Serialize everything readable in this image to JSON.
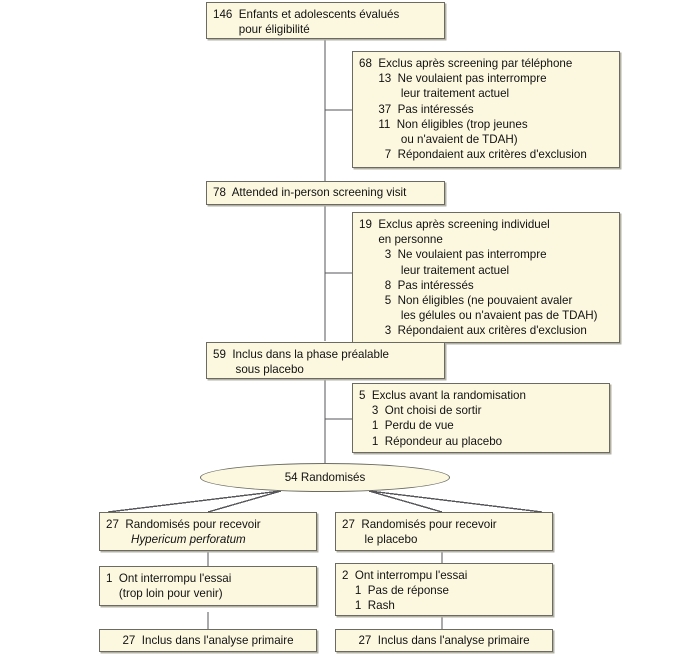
{
  "diagram": {
    "title": "CONSORT participant flow diagram",
    "colors": {
      "box_fill": "#fcf8e0",
      "box_border": "#6b6b63",
      "connector": "#55555a",
      "shadow": "#b3b1a4",
      "page_background": "#ffffff"
    },
    "nodes": {
      "assessed": {
        "lines": [
          "146  Enfants et adolescents évalués",
          "        pour éligibilité"
        ]
      },
      "excluded_phone": {
        "lines": [
          "68  Exclus après screening par téléphone",
          "      13  Ne voulaient pas interrompre",
          "             leur traitement actuel",
          "      37  Pas intéressés",
          "      11  Non éligibles (trop jeunes",
          "             ou n'avaient de TDAH)",
          "        7  Répondaient aux critères d'exclusion"
        ]
      },
      "attended_visit": {
        "lines": [
          "78  Attended in-person screening visit"
        ]
      },
      "excluded_inperson": {
        "lines": [
          "19  Exclus après screening individuel",
          "      en personne",
          "        3  Ne voulaient pas interrompre",
          "             leur traitement actuel",
          "        8  Pas intéressés",
          "        5  Non éligibles (ne pouvaient avaler",
          "             les gélules ou n'avaient pas de TDAH)",
          "        3  Répondaient aux critères d'exclusion"
        ]
      },
      "placebo_runin": {
        "lines": [
          "59  Inclus dans la phase préalable",
          "       sous placebo"
        ]
      },
      "excluded_prerandom": {
        "lines": [
          "5  Exclus avant la randomisation",
          "    3  Ont choisi de sortir",
          "    1  Perdu de vue",
          "    1  Répondeur au placebo"
        ]
      },
      "randomized": {
        "label": "54  Randomisés"
      },
      "arm_treatment": {
        "line1": "27  Randomisés pour recevoir",
        "line2_italic": "Hypericum perforatum"
      },
      "arm_placebo": {
        "lines": [
          "27  Randomisés pour recevoir",
          "       le placebo"
        ]
      },
      "discontinued_treatment": {
        "lines": [
          "1  Ont interrompu l'essai",
          "    (trop loin pour venir)"
        ]
      },
      "discontinued_placebo": {
        "lines": [
          "2  Ont interrompu l'essai",
          "    1  Pas de réponse",
          "    1  Rash"
        ]
      },
      "analyzed_treatment": {
        "lines": [
          "27  Inclus dans l'analyse primaire"
        ]
      },
      "analyzed_placebo": {
        "lines": [
          "27  Inclus dans l'analyse primaire"
        ]
      }
    }
  }
}
